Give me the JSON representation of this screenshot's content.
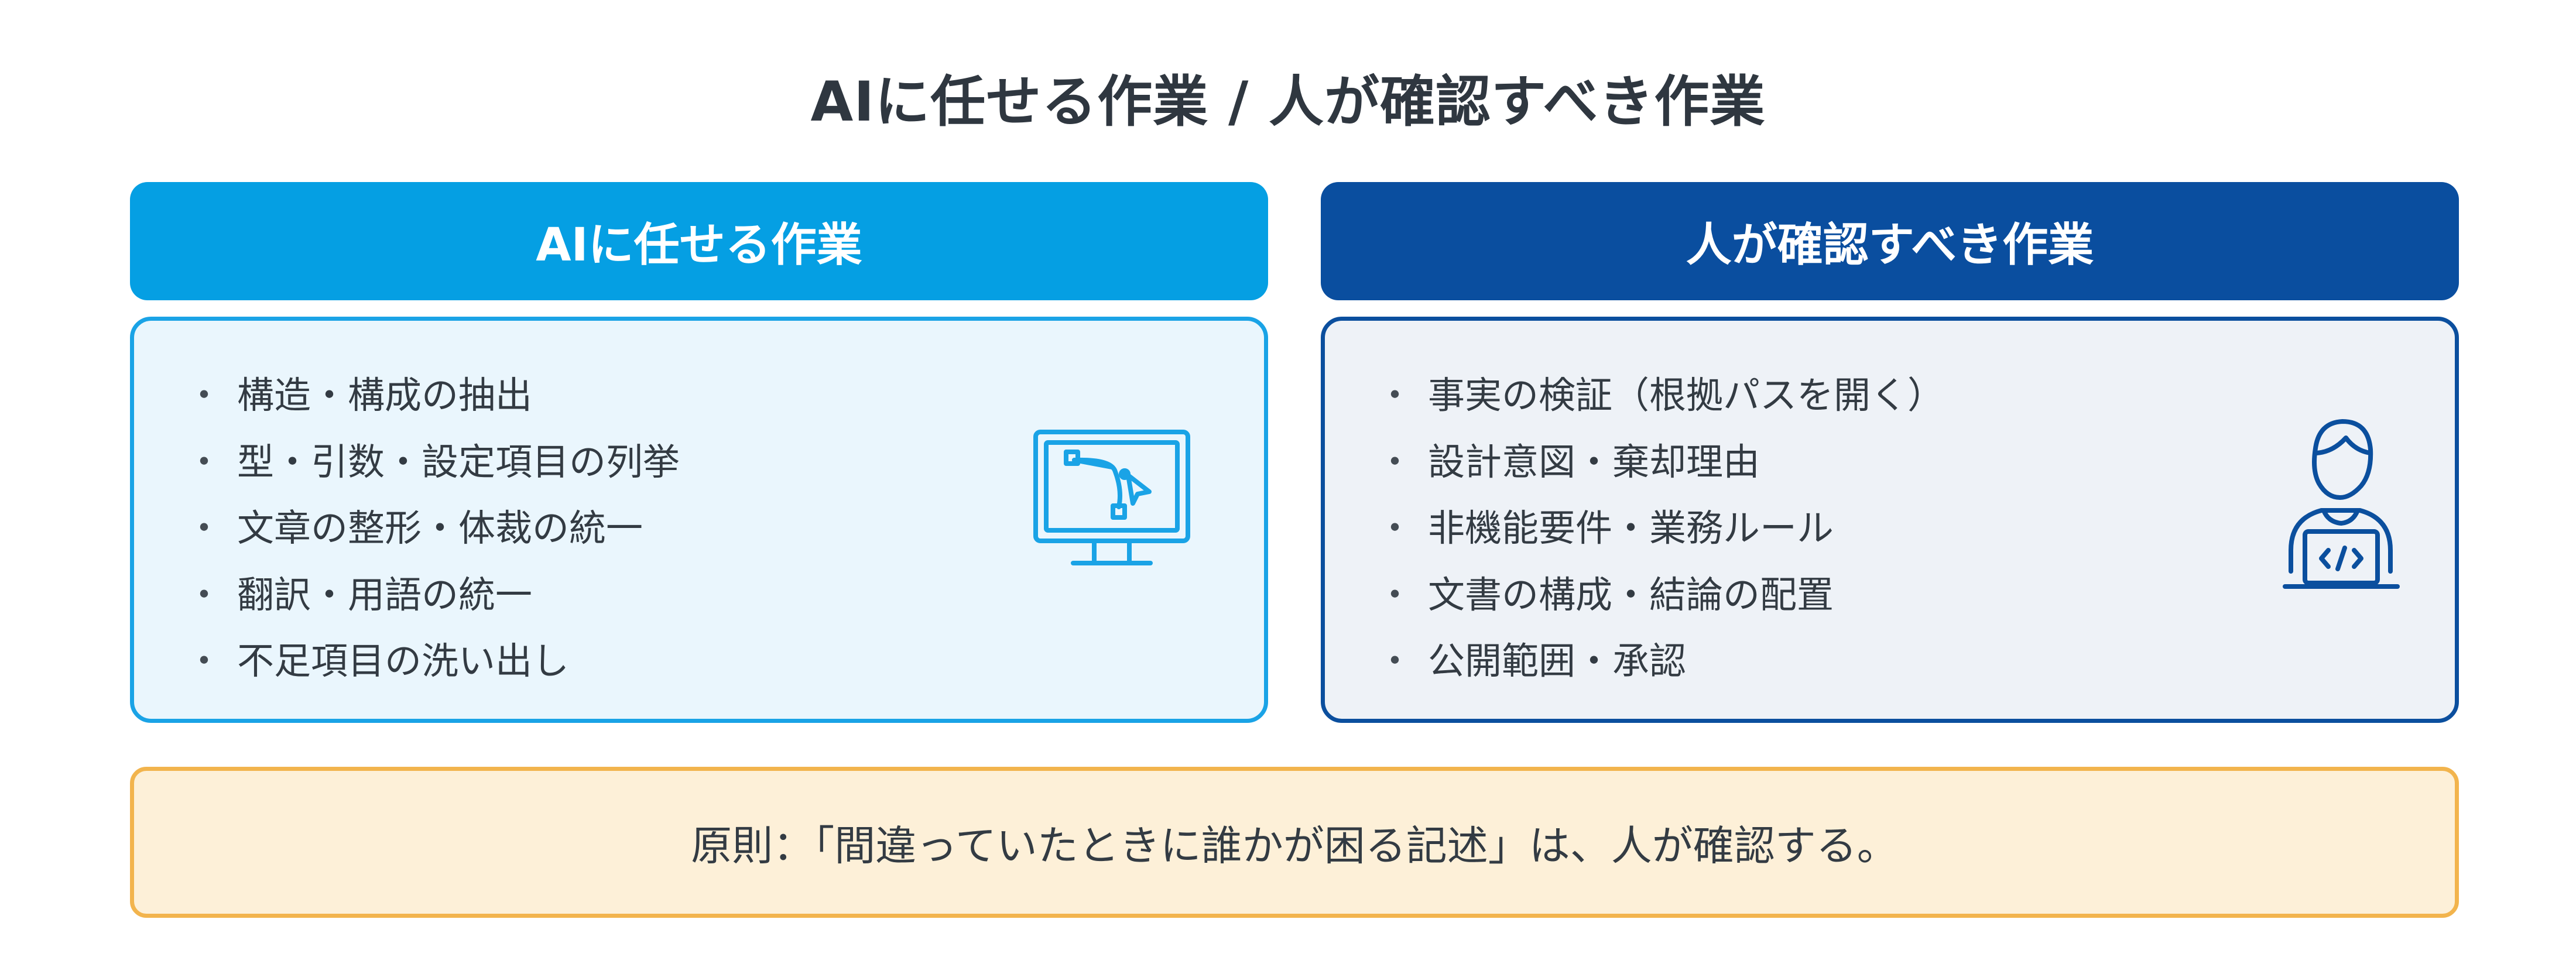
{
  "title": "AIに任せる作業 / 人が確認すべき作業",
  "left": {
    "header": "AIに任せる作業",
    "bullet": "・",
    "items": [
      "構造・構成の抽出",
      "型・引数・設定項目の列挙",
      "文章の整形・体裁の統一",
      "翻訳・用語の統一",
      "不足項目の洗い出し"
    ],
    "icon": "monitor-bezier-curve-icon",
    "color": "#059fe3"
  },
  "right": {
    "header": "人が確認すべき作業",
    "bullet": "・",
    "items": [
      "事実の検証（根拠パスを開く）",
      "設計意図・棄却理由",
      "非機能要件・業務ルール",
      "文書の構成・結論の配置",
      "公開範囲・承認"
    ],
    "icon": "person-with-code-laptop-icon",
    "color": "#0a4e9f"
  },
  "principle": "原則：「間違っていたときに誰かが困る記述」は、人が確認する。",
  "colors": {
    "principle_bg": "#fdf0d8",
    "principle_border": "#f2b44d"
  }
}
